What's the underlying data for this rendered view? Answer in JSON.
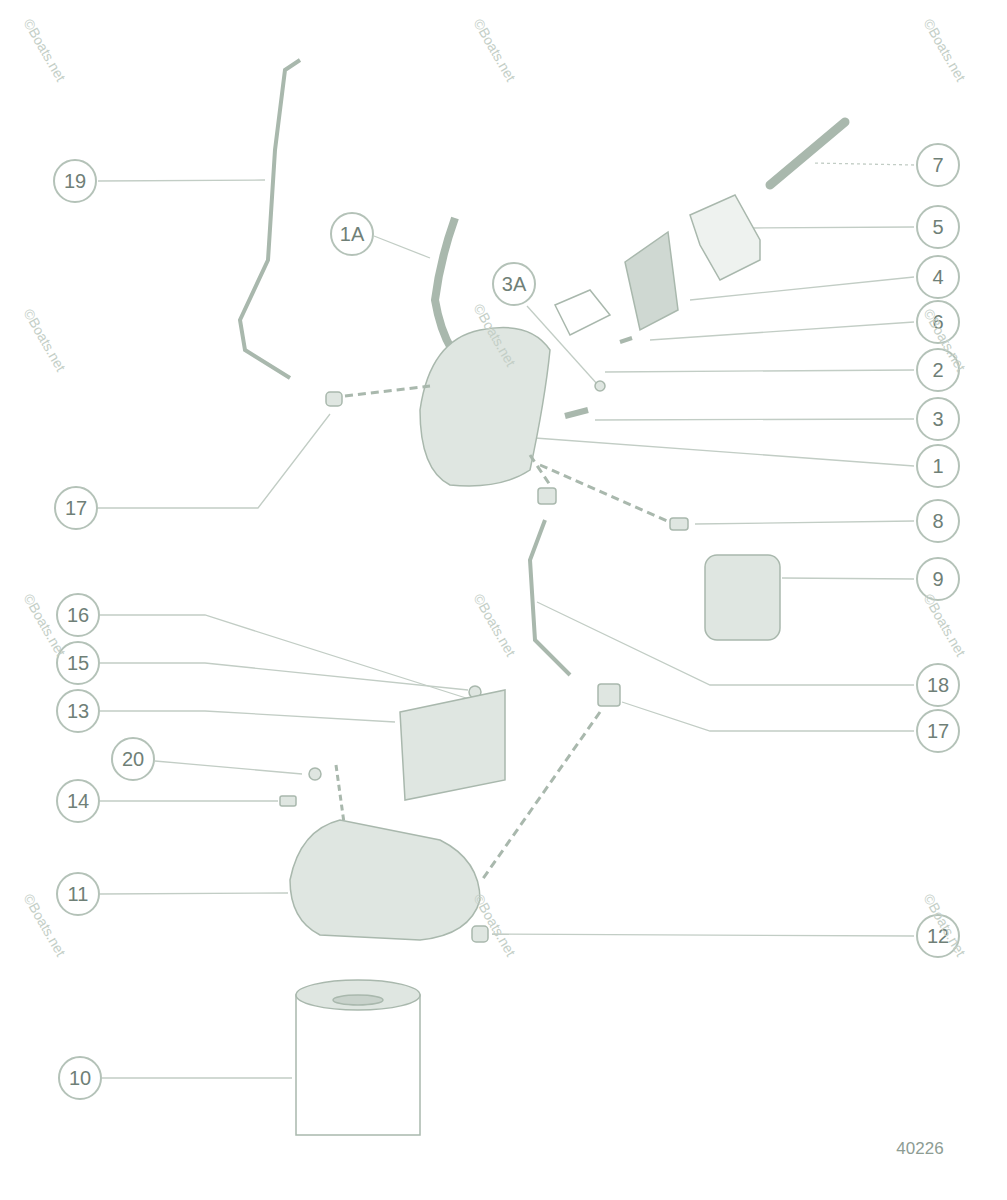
{
  "diagram": {
    "nodes": [
      {
        "text": [
          "7"
        ]
      },
      {
        "text": [
          "19"
        ]
      },
      {
        "text": [
          "1A"
        ]
      },
      {
        "text": [
          "5"
        ]
      },
      {
        "text": [
          "4"
        ]
      },
      {
        "text": [
          "3A"
        ]
      },
      {
        "text": [
          "6"
        ]
      },
      {
        "text": [
          "2"
        ]
      },
      {
        "text": [
          "3"
        ]
      },
      {
        "text": [
          "1"
        ]
      },
      {
        "text": [
          "17"
        ]
      },
      {
        "text": [
          "8"
        ]
      },
      {
        "text": [
          "9"
        ]
      },
      {
        "text": [
          "16"
        ]
      },
      {
        "text": [
          "15"
        ]
      },
      {
        "text": [
          "18"
        ]
      },
      {
        "text": [
          "13"
        ]
      },
      {
        "text": [
          "17"
        ]
      },
      {
        "text": [
          "20"
        ]
      },
      {
        "text": [
          "14"
        ]
      },
      {
        "text": [
          "11"
        ]
      },
      {
        "text": [
          "12"
        ]
      },
      {
        "text": [
          "10"
        ]
      }
    ],
    "labels": [
      "©Boats.net",
      "©Boats.net",
      "©Boats.net",
      "©Boats.net",
      "©Boats.net",
      "©Boats.net",
      "©Boats.net",
      "©Boats.net",
      "©Boats.net",
      "©Boats.net",
      "©Boats.net",
      "©Boats.net",
      "40226"
    ]
  }
}
